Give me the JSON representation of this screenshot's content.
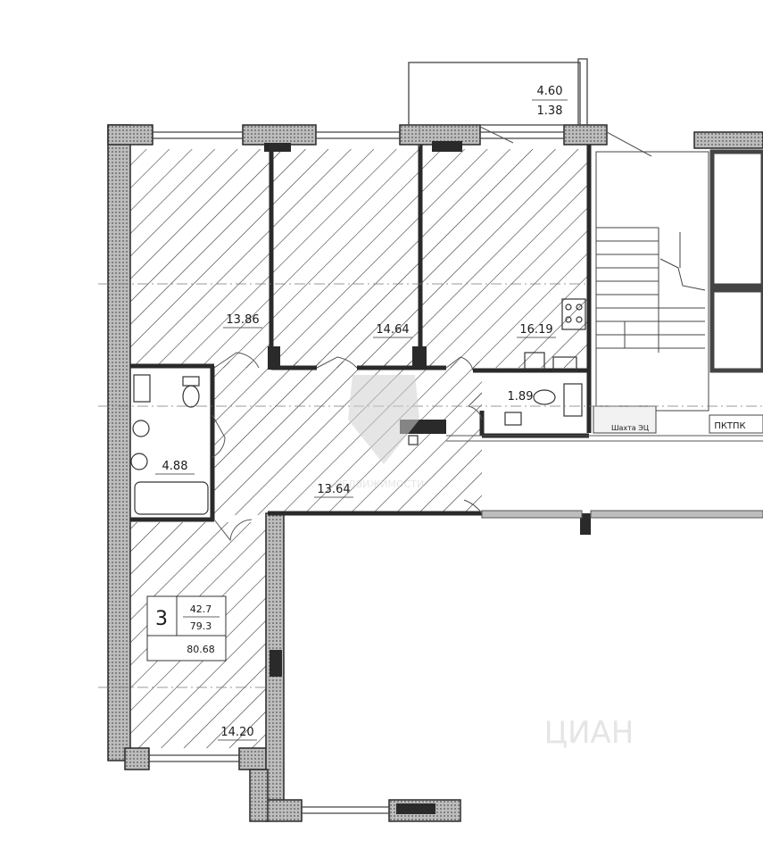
{
  "balcony": {
    "area_1": "4.60",
    "area_2": "1.38"
  },
  "rooms": {
    "room_left": "13.86",
    "room_middle": "14.64",
    "kitchen": "16.19",
    "wc_small": "1.89",
    "bathroom": "4.88",
    "hall": "13.64",
    "room_bottom": "14.20"
  },
  "apartment_tag": {
    "rooms": "3",
    "living": "42.7",
    "total": "79.3",
    "total_with_balcony": "80.68"
  },
  "labels": {
    "shaft": "Шахта ЭЦ",
    "pktpk": "ПКТПК"
  },
  "watermarks": {
    "brand_left": "НЕДВИЖИМОСТИ",
    "brand_right": "ЦИАН"
  },
  "colors": {
    "wall": "#3a3a3a",
    "hatch": "#2b2b2b",
    "line": "#444444"
  }
}
